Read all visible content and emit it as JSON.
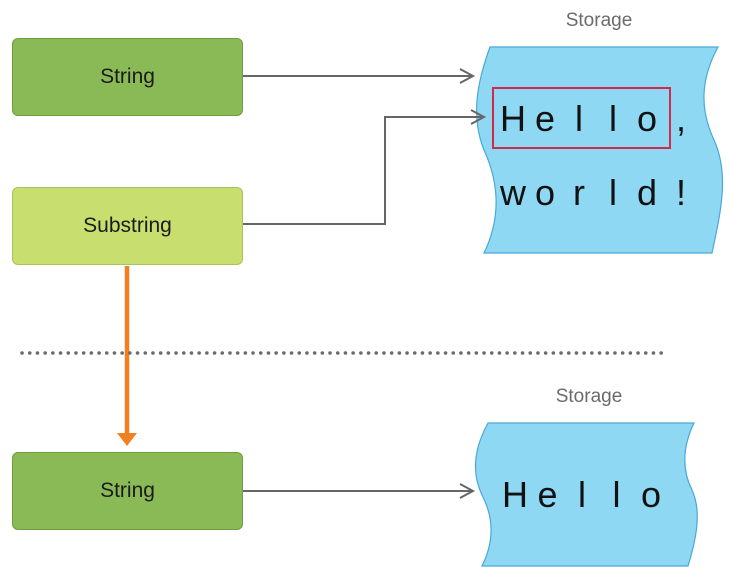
{
  "top": {
    "string_label": "String",
    "substring_label": "Substring",
    "storage_label": "Storage",
    "storage_row1": [
      "H",
      "e",
      "l",
      "l",
      "o",
      ","
    ],
    "storage_row2": [
      "w",
      "o",
      "r",
      "l",
      "d",
      "!"
    ]
  },
  "bottom": {
    "string_label": "String",
    "storage_label": "Storage",
    "storage_row": [
      "H",
      "e",
      "l",
      "l",
      "o"
    ]
  },
  "colors": {
    "string_box": "#8aba56",
    "substring_box": "#c8df70",
    "storage_fill": "#8fd8f4",
    "highlight_border": "#d6284c",
    "conversion_arrow": "#f08020",
    "connector": "#666666"
  }
}
